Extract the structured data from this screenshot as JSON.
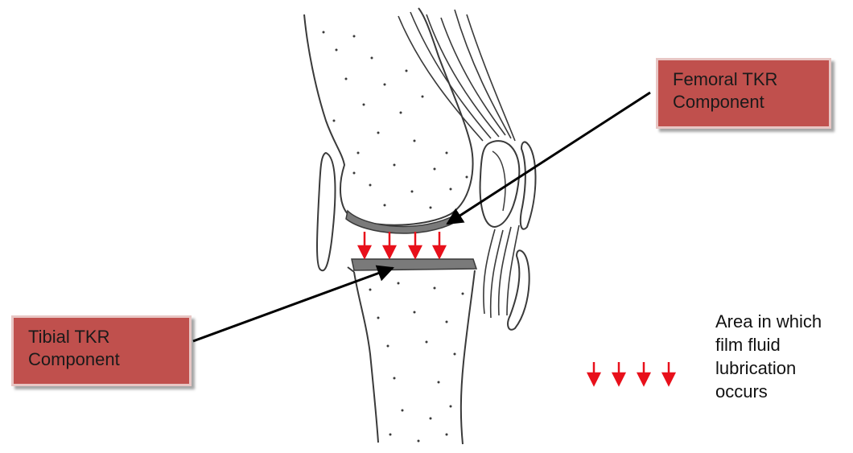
{
  "colors": {
    "callout_fill": "#c0504d",
    "callout_border": "#e8c6c4",
    "arrow_red": "#e8101b",
    "line_black": "#000000",
    "bone_outline": "#3a3a3a",
    "component_gray": "#7a7a7a"
  },
  "callouts": {
    "femoral": {
      "line1": "Femoral TKR",
      "line2": "Component"
    },
    "tibial": {
      "line1": "Tibial TKR",
      "line2": "Component"
    }
  },
  "legend": {
    "line1": "Area in which",
    "line2": "film fluid",
    "line3": "lubrication",
    "line4": "occurs",
    "arrow_count": 4
  },
  "joint_arrows": {
    "count": 4
  }
}
